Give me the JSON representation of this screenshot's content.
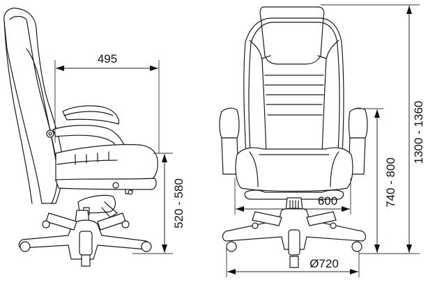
{
  "diagram": {
    "subject": "office chair dimensions",
    "views": [
      "side-view",
      "front-view"
    ],
    "units": "mm",
    "line_color": "#1a1a1a",
    "background": "#ffffff"
  },
  "dimensions": {
    "seat_depth": "495",
    "seat_height": "520 - 580",
    "seat_width": "600",
    "armrest_height": "740 - 800",
    "total_height": "1300 - 1360",
    "base_diameter": "Ø720"
  }
}
